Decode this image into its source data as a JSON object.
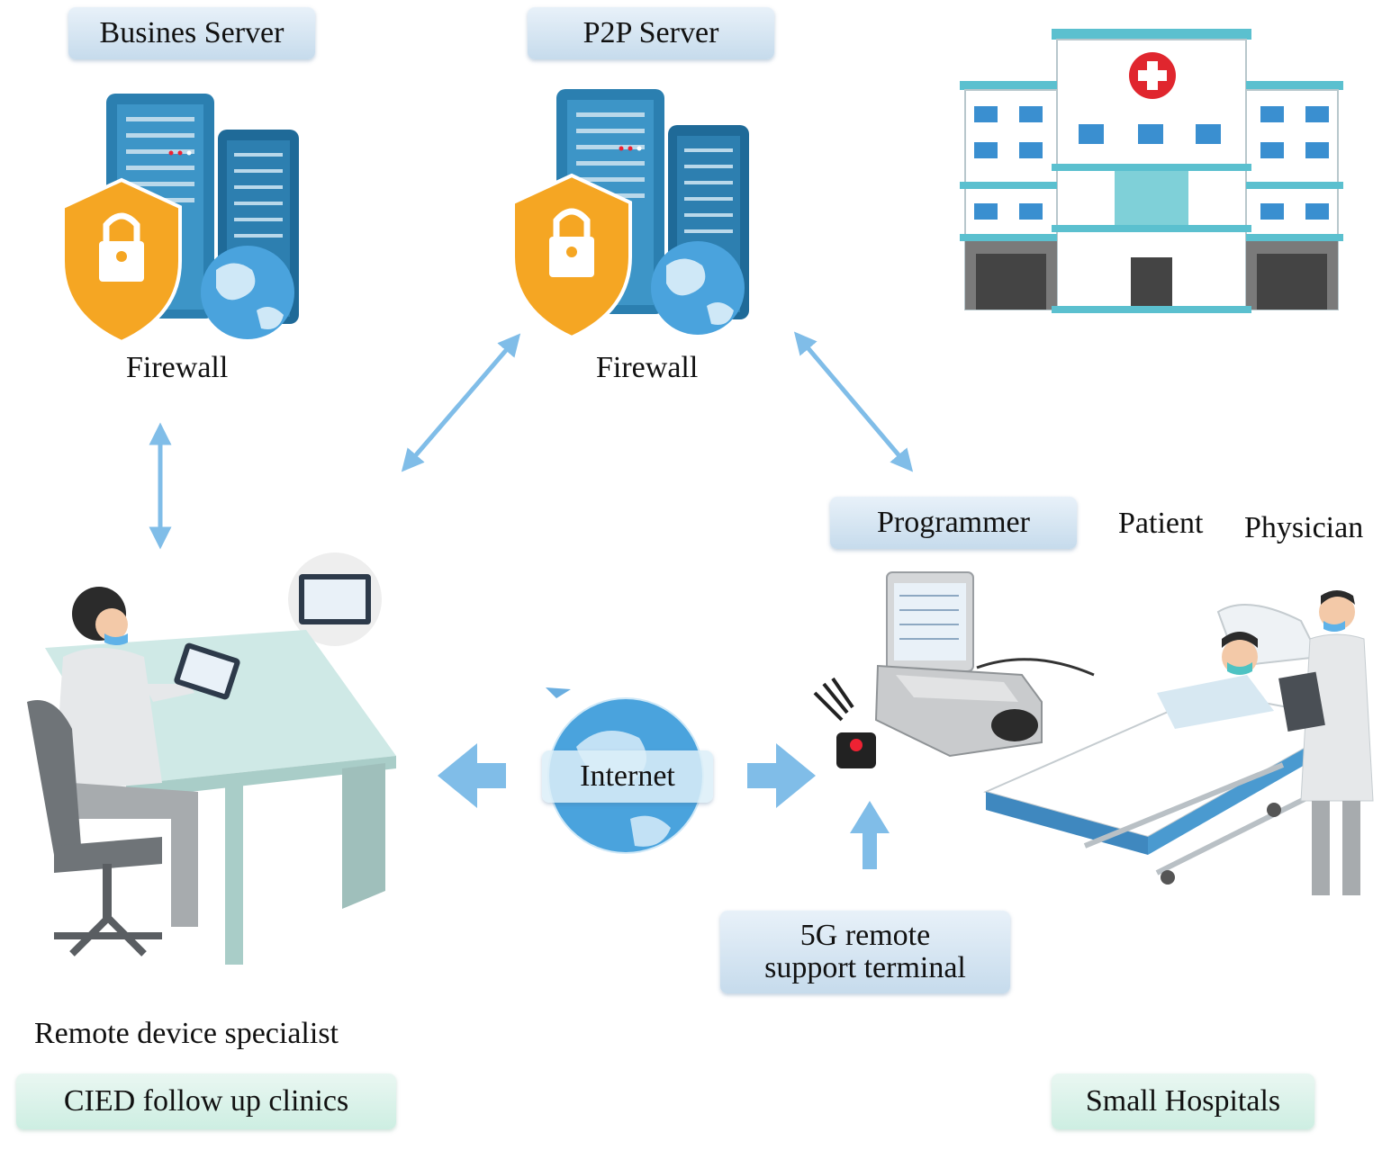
{
  "servers": {
    "business": {
      "title": "Busines Server",
      "caption": "Firewall"
    },
    "p2p": {
      "title": "P2P Server",
      "caption": "Firewall"
    }
  },
  "center": {
    "internet_label": "Internet"
  },
  "right": {
    "programmer_label": "Programmer",
    "patient_label": "Patient",
    "physician_label": "Physician",
    "terminal_label_line1": "5G remote",
    "terminal_label_line2": "support terminal",
    "site_label": "Small Hospitals"
  },
  "left": {
    "specialist_label": "Remote device specialist",
    "site_label": "CIED follow up clinics"
  },
  "colors": {
    "arrow": "#80bde8",
    "pill_blue": "#c6dbec",
    "pill_green": "#cdeee2",
    "shield": "#f5a623",
    "server": "#2b7fb0",
    "hospital_accent": "#5bc0cf",
    "cross": "#e0262e"
  },
  "icons": [
    "server-rack-icon",
    "firewall-shield-icon",
    "globe-icon",
    "hospital-building-icon",
    "tablet-icon",
    "programmer-device-icon",
    "hospital-bed-icon",
    "doctor-icon"
  ]
}
